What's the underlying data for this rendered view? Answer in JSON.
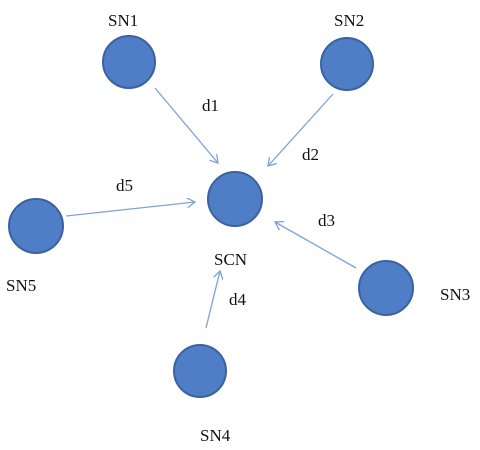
{
  "colors": {
    "node_fill": "#4f7ec7",
    "node_stroke": "#3b629f",
    "edge": "#7ea2d8",
    "text": "#111111"
  },
  "nodes": [
    {
      "id": "SN1",
      "label": "SN1"
    },
    {
      "id": "SN2",
      "label": "SN2"
    },
    {
      "id": "SCN",
      "label": "SCN"
    },
    {
      "id": "SN5",
      "label": "SN5"
    },
    {
      "id": "SN3",
      "label": "SN3"
    },
    {
      "id": "SN4",
      "label": "SN4"
    }
  ],
  "edges": [
    {
      "from": "SN1",
      "to": "SCN",
      "label": "d1"
    },
    {
      "from": "SN2",
      "to": "SCN",
      "label": "d2"
    },
    {
      "from": "SN3",
      "to": "SCN",
      "label": "d3"
    },
    {
      "from": "SN4",
      "to": "SCN",
      "label": "d4"
    },
    {
      "from": "SN5",
      "to": "SCN",
      "label": "d5"
    }
  ]
}
